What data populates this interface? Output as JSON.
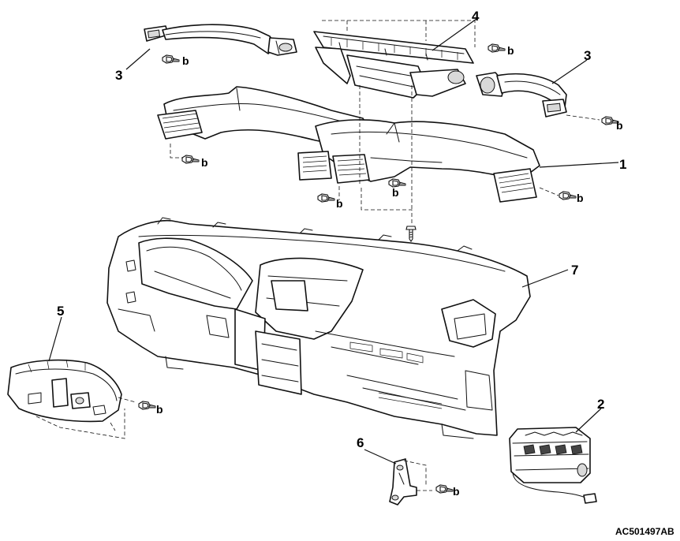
{
  "figure": {
    "code": "AC501497AB",
    "fastener_label": "b",
    "callouts": [
      "1",
      "2",
      "3",
      "3",
      "4",
      "5",
      "6",
      "7"
    ]
  },
  "parts": [
    {
      "name": "center-duct",
      "label": "1"
    },
    {
      "name": "airbag-module",
      "label": "2"
    },
    {
      "name": "side-duct",
      "label": "3"
    },
    {
      "name": "defroster-nozzle",
      "label": "4"
    },
    {
      "name": "cluster-bezel",
      "label": "5"
    },
    {
      "name": "bracket",
      "label": "6"
    },
    {
      "name": "instrument-panel",
      "label": "7"
    }
  ]
}
